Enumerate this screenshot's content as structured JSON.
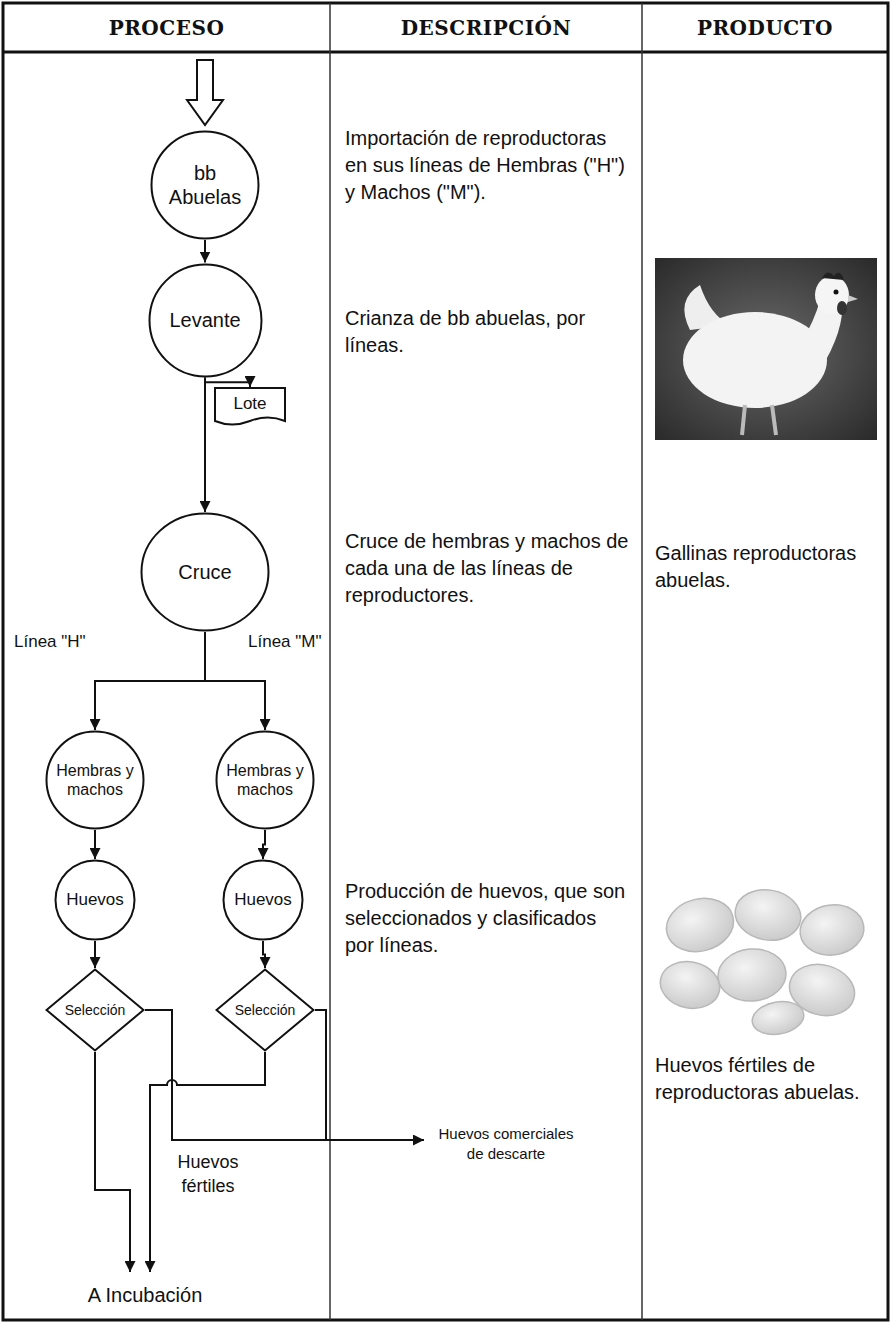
{
  "diagram": {
    "nodes": [
      {
        "text": [
          "bb Abuelas"
        ]
      },
      {
        "text": [
          "Levante"
        ]
      },
      {
        "text": [
          "Lote"
        ]
      },
      {
        "text": [
          "Cruce"
        ]
      },
      {
        "text": [
          "Hembras y machos"
        ]
      },
      {
        "text": [
          "Hembras y machos"
        ]
      },
      {
        "text": [
          "Huevos"
        ]
      },
      {
        "text": [
          "Huevos"
        ]
      },
      {
        "text": [
          "Selección"
        ]
      },
      {
        "text": [
          "Selección"
        ]
      }
    ],
    "edges": [
      {
        "from": 0,
        "to": 1,
        "arrow": "to"
      },
      {
        "from": 1,
        "to": 2,
        "arrow": "to"
      },
      {
        "from": 1,
        "to": 3,
        "arrow": "to"
      },
      {
        "from": 3,
        "to": 4,
        "arrow": "to",
        "label": "Línea \"H\""
      },
      {
        "from": 3,
        "to": 5,
        "arrow": "to",
        "label": "Línea \"M\""
      },
      {
        "from": 4,
        "to": 6,
        "arrow": "to"
      },
      {
        "from": 5,
        "to": 7,
        "arrow": "to"
      },
      {
        "from": 6,
        "to": 8,
        "arrow": "to"
      },
      {
        "from": 7,
        "to": 9,
        "arrow": "to"
      }
    ],
    "labels": [
      "PROCESO",
      "DESCRIPCIÓN",
      "PRODUCTO",
      "Importación de reproductoras en sus líneas de Hembras (\"H\") y Machos (\"M\").",
      "Crianza de bb abuelas, por líneas.",
      "Cruce de hembras y machos de cada una de las líneas de reproductores.",
      "Producción de huevos, que son seleccionados y clasificados por líneas.",
      "Gallinas reproductoras abuelas.",
      "Huevos fértiles de reproductoras abuelas.",
      "Huevos fértiles",
      "Huevos comerciales de descarte",
      "A Incubación"
    ]
  }
}
